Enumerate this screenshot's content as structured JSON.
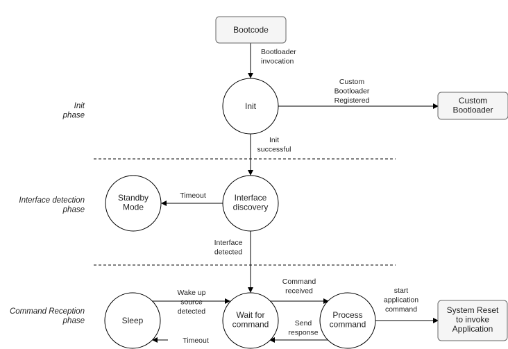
{
  "phases": {
    "init": [
      "Init",
      "phase"
    ],
    "interface_detection": [
      "Interface detection",
      "phase"
    ],
    "command_reception": [
      "Command Reception",
      "phase"
    ]
  },
  "nodes": {
    "bootcode": [
      "Bootcode"
    ],
    "init": [
      "Init"
    ],
    "custom_bootloader": [
      "Custom",
      "Bootloader"
    ],
    "interface_discovery": [
      "Interface",
      "discovery"
    ],
    "standby_mode": [
      "Standby",
      "Mode"
    ],
    "wait_for_command": [
      "Wait for",
      "command"
    ],
    "sleep": [
      "Sleep"
    ],
    "process_command": [
      "Process",
      "command"
    ],
    "system_reset": [
      "System Reset",
      "to invoke",
      "Application"
    ]
  },
  "edges": {
    "bootloader_invocation": [
      "Bootloader",
      "invocation"
    ],
    "custom_bootloader_registered": [
      "Custom",
      "Bootloader",
      "Registered"
    ],
    "init_successful": [
      "Init",
      "successful"
    ],
    "timeout_standby": [
      "Timeout"
    ],
    "interface_detected": [
      "Interface",
      "detected"
    ],
    "wake_up": [
      "Wake up",
      "source",
      "detected"
    ],
    "timeout_sleep": [
      "Timeout"
    ],
    "command_received": [
      "Command",
      "received"
    ],
    "send_response": [
      "Send",
      "response"
    ],
    "start_application": [
      "start",
      "application",
      "command"
    ]
  }
}
